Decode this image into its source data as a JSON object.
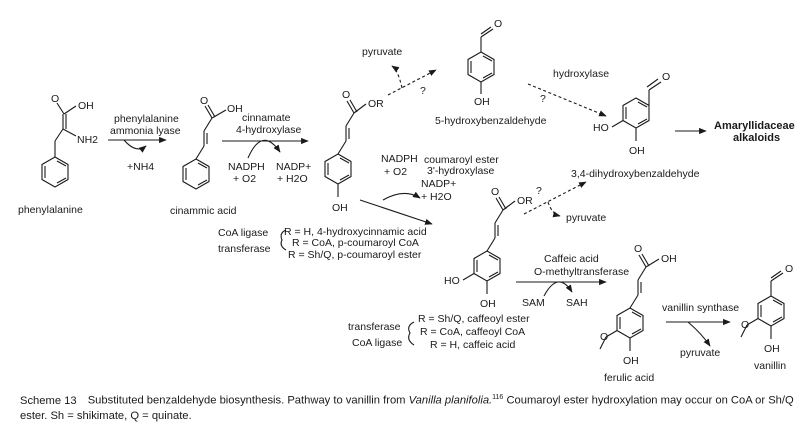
{
  "compounds": {
    "phenylalanine": "phenylalanine",
    "cinnamic_acid": "cinammic acid",
    "hydroxybenzaldehyde": "5-hydroxybenzaldehyde",
    "dihydroxybenzaldehyde": "3,4-dihydroxybenzaldehyde",
    "ferulic_acid": "ferulic acid",
    "vanillin": "vanillin",
    "amaryllidaceae_1": "Amaryllidaceae",
    "amaryllidaceae_2": "alkaloids"
  },
  "enzymes": {
    "pal_1": "phenylalanine",
    "pal_2": "ammonia lyase",
    "c4h_1": "cinnamate",
    "c4h_2": "4-hydroxylase",
    "hydroxylase": "hydroxylase",
    "ceh_1": "coumaroyl ester",
    "ceh_2": "3'-hydroxylase",
    "comt_1": "Caffeic acid",
    "comt_2": "O-methyltransferase",
    "vs": "vanillin synthase"
  },
  "cofactors": {
    "nh4": "+NH4",
    "nadph": "NADPH",
    "o2": "+ O2",
    "nadp": "NADP+",
    "h2o": "+ H2O",
    "pyruvate": "pyruvate",
    "sam": "SAM",
    "sah": "SAH",
    "question": "?"
  },
  "atoms": {
    "oh": "OH",
    "nh2": "NH2",
    "o": "O",
    "or": "OR",
    "ho": "HO"
  },
  "r_groups_top": {
    "ligase": "CoA ligase",
    "transferase": "transferase",
    "r1": "R = H, 4-hydroxycinnamic acid",
    "r2": "R = CoA, p-coumaroyl CoA",
    "r3": "R = Sh/Q, p-coumaroyl ester"
  },
  "r_groups_bottom": {
    "transferase": "transferase",
    "ligase": "CoA ligase",
    "r1": "R = Sh/Q, caffeoyl ester",
    "r2": "R = CoA, caffeoyl CoA",
    "r3": "R = H, caffeic acid"
  },
  "caption": {
    "label": "Scheme 13",
    "text_1": "Substituted benzaldehyde biosynthesis. Pathway to vanillin from",
    "species": "Vanilla planifolia.",
    "ref": "116",
    "text_2": "Coumaroyl ester hydroxylation may occur on CoA or Sh/Q ester. Sh = shikimate, Q = quinate."
  }
}
